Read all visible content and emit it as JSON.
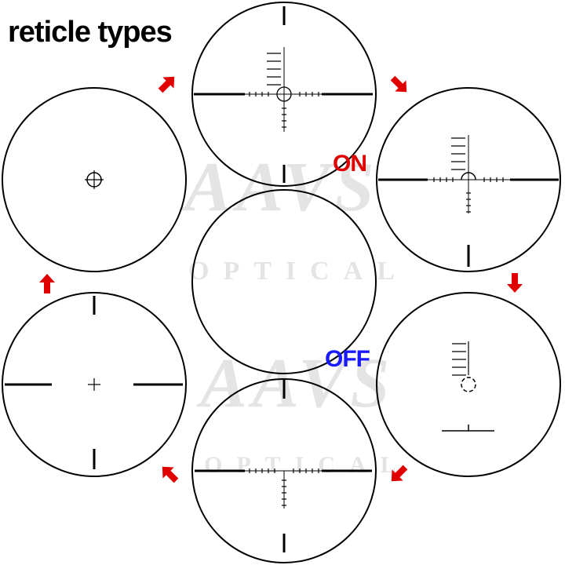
{
  "title": "reticle types",
  "switch": {
    "on_label": "ON",
    "off_label": "OFF"
  },
  "watermark": {
    "logo_text": "AAVS",
    "sub_text": "OPTICAL"
  },
  "colors": {
    "arrow": "#e00000",
    "on": "#e00000",
    "off": "#1a1aff",
    "line": "#000000",
    "watermark": "#e3e3e3"
  },
  "reticles": [
    {
      "id": "mil-dot-tree-illuminated-full",
      "icon": "crosshair-with-center-circle-and-tree-icon"
    },
    {
      "id": "mil-dot-tree-half-circle",
      "icon": "crosshair-with-half-circle-and-tree-icon"
    },
    {
      "id": "circle-dot-with-tree",
      "icon": "dashed-circle-with-tree-icon"
    },
    {
      "id": "mil-dot-no-circle",
      "icon": "crosshair-with-mil-ticks-icon"
    },
    {
      "id": "simple-cross",
      "icon": "simple-crosshair-icon"
    },
    {
      "id": "small-circle-cross",
      "icon": "circle-plus-icon"
    },
    {
      "id": "center-blank",
      "icon": "blank-reticle-icon"
    }
  ]
}
